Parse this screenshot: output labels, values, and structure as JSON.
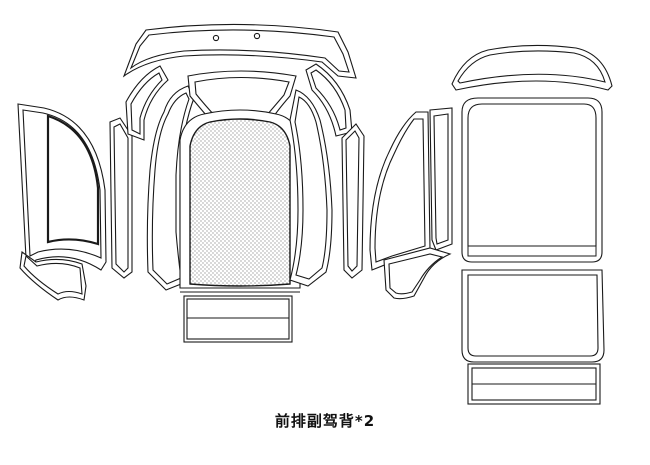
{
  "caption": "前排副驾背*2",
  "colors": {
    "line": "#1a1a1a",
    "background": "#ffffff"
  },
  "pieces": [
    "top-headrest-band",
    "left-outer-wing",
    "left-side-strip",
    "left-upper-bolster",
    "left-cushion-panel",
    "center-top-panel",
    "center-mesh-panel",
    "center-bottom-strip",
    "right-upper-bolster",
    "right-cushion-panel",
    "right-side-strip",
    "right-outer-wing",
    "right-headrest-band",
    "right-back-panel",
    "right-lower-panel",
    "right-base-strip"
  ]
}
